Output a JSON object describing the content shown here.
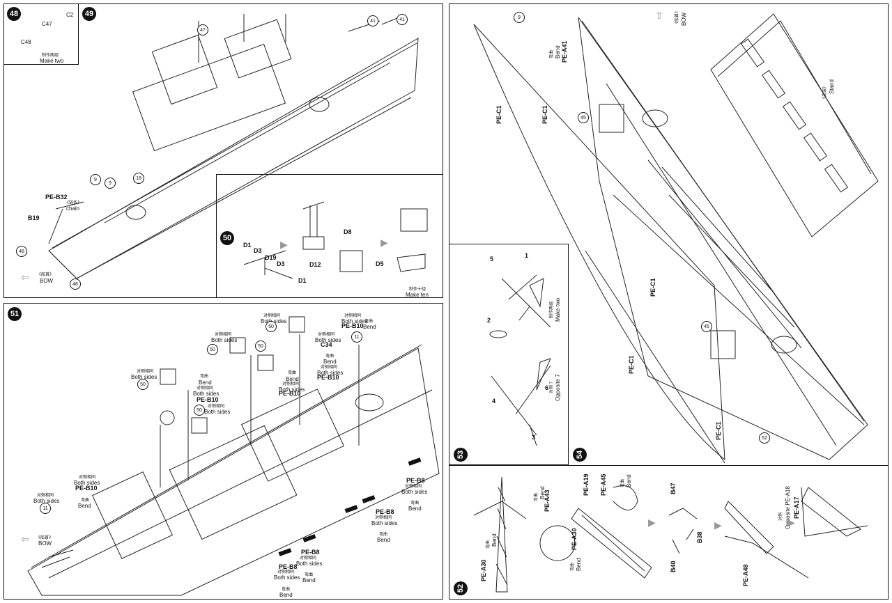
{
  "steps": {
    "s48": {
      "num": "48",
      "parts": [
        "C2",
        "C47",
        "C48"
      ],
      "note_cn": "制作两组",
      "note": "Make two"
    },
    "s49": {
      "num": "49",
      "parts": [
        "47",
        "41",
        "41",
        "9",
        "9",
        "18",
        "48",
        "48"
      ],
      "pe": "PE-B32",
      "chain_cn": "《链条》",
      "chain": "chain",
      "b19": "B19",
      "bow_cn": "《船首》",
      "bow": "BOW"
    },
    "s50": {
      "num": "50",
      "parts": [
        "D1",
        "D3",
        "D19",
        "D3",
        "D1",
        "D12",
        "D8",
        "D5"
      ],
      "note_cn": "制作十组",
      "note": "Make ten"
    },
    "s51": {
      "num": "51",
      "both_cn": "对侧相同",
      "both": "Both sides",
      "bend_cn": "弯曲",
      "bend": "Bend",
      "pe_b10": "PE-B10",
      "pe_b8": "PE-B8",
      "c34": "C34",
      "circ": [
        "50",
        "50",
        "50",
        "50",
        "50",
        "11",
        "11"
      ],
      "bow_cn": "《船首》",
      "bow": "BOW"
    },
    "s52": {
      "num": "52",
      "bend_cn": "弯曲",
      "bend": "Bend",
      "pe": [
        "PE-A30",
        "PE-A43",
        "PE-A19",
        "PE-A45",
        "PE-A30",
        "PE-A48",
        "PE-A17",
        "PE-A18"
      ],
      "b": [
        "B47",
        "B38",
        "B40"
      ],
      "opp_cn": "对侧",
      "opp": "Opposite PE-A18"
    },
    "s53": {
      "num": "53",
      "parts": [
        "5",
        "1",
        "2",
        "4",
        "6",
        "3"
      ],
      "make_cn": "制作两组",
      "make": "Make two",
      "opp_cn": "对侧 7",
      "opp": "Opposite 7"
    },
    "s54": {
      "num": "54",
      "parts": [
        "9",
        "45",
        "45",
        "52"
      ],
      "bend_cn": "弯曲",
      "bend": "Bend",
      "pe_a41": "PE-A41",
      "pec1": "PE-C1",
      "bow_cn": "《船首》",
      "bow": "BOW",
      "stand_cn": "《支架》",
      "stand": "Stand"
    }
  }
}
